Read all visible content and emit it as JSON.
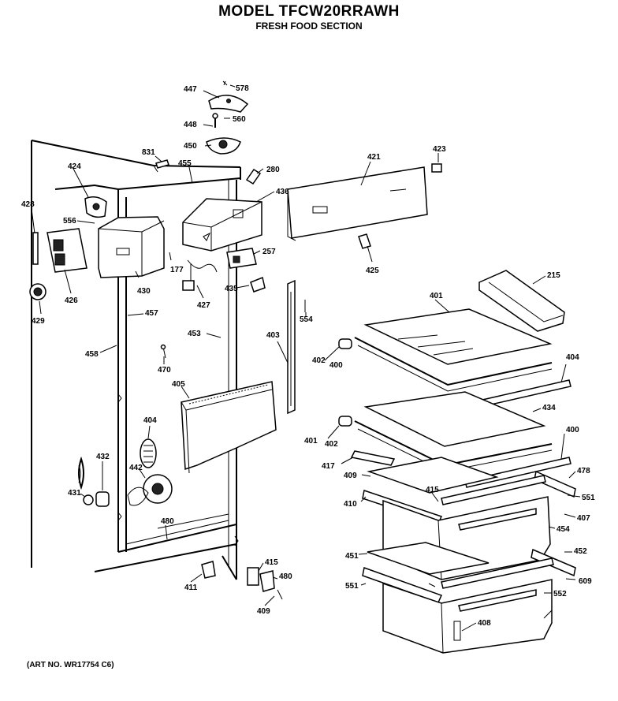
{
  "header": {
    "title": "MODEL TFCW20RRAWH",
    "subtitle": "FRESH FOOD SECTION"
  },
  "footer": {
    "art_no": "(ART NO. WR17754 C6)"
  },
  "callouts": [
    "447",
    "578",
    "448",
    "560",
    "450",
    "831",
    "455",
    "280",
    "421",
    "423",
    "424",
    "436",
    "428",
    "556",
    "430",
    "177",
    "257",
    "425",
    "427",
    "435",
    "429",
    "426",
    "457",
    "458",
    "453",
    "403",
    "554",
    "215",
    "401",
    "402",
    "400",
    "404",
    "470",
    "405",
    "434",
    "401",
    "402",
    "400",
    "404",
    "417",
    "409",
    "432",
    "478",
    "442",
    "415",
    "551",
    "431",
    "410",
    "407",
    "454",
    "480",
    "452",
    "415",
    "451",
    "480",
    "551",
    "609",
    "411",
    "552",
    "409",
    "408"
  ]
}
